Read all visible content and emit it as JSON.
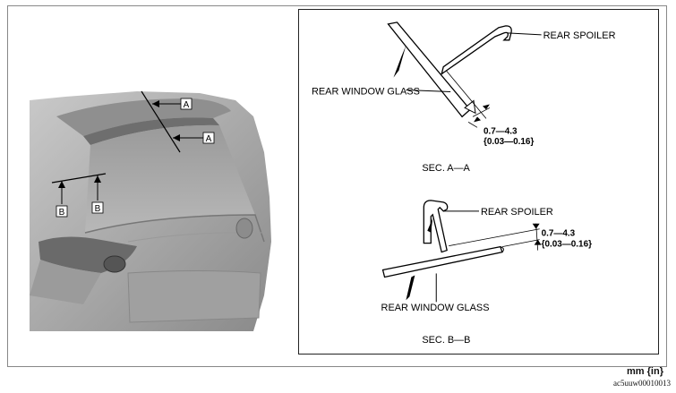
{
  "overview": {
    "label_a_top": "A",
    "label_a_bottom": "A",
    "label_b_left": "B",
    "label_b_right": "B"
  },
  "section_a": {
    "rear_spoiler": "REAR SPOILER",
    "rear_window_glass": "REAR WINDOW GLASS",
    "gap_mm": "0.7—4.3",
    "gap_in": "{0.03—0.16}",
    "title": "SEC. A—A"
  },
  "section_b": {
    "rear_spoiler": "REAR SPOILER",
    "rear_window_glass": "REAR WINDOW GLASS",
    "gap_mm": "0.7—4.3",
    "gap_in": "{0.03—0.16}",
    "title": "SEC. B—B"
  },
  "footer": {
    "unit": "mm {in}",
    "code": "ac5uuw00010013"
  }
}
